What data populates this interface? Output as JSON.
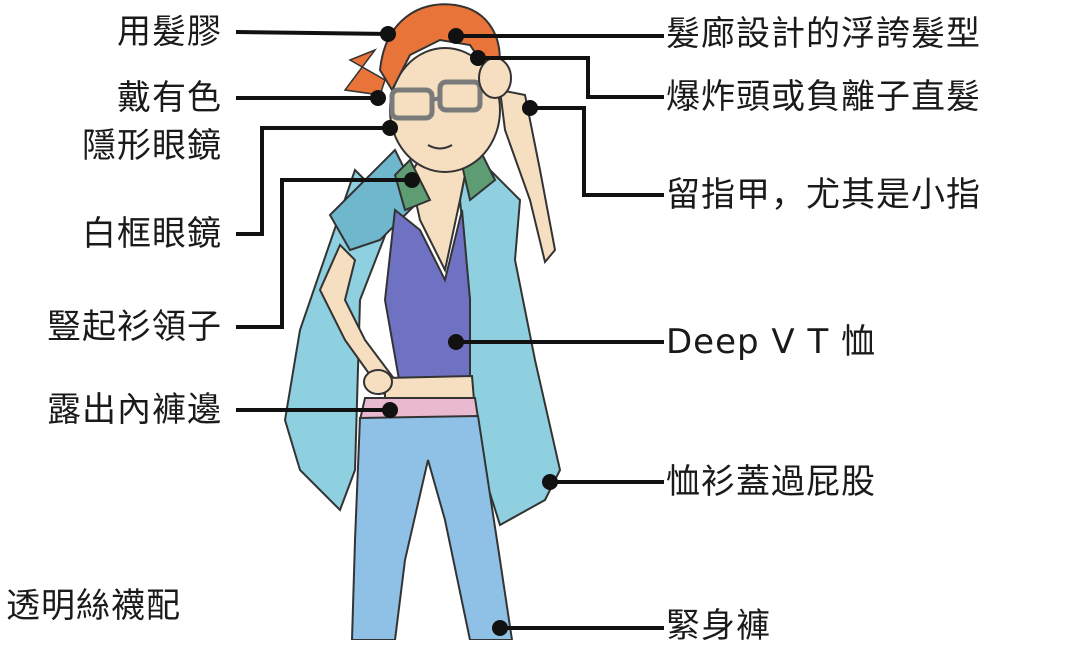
{
  "colors": {
    "hair": "#e8743a",
    "skin": "#f6dfc0",
    "shirt": "#8ecfe0",
    "shirt_shade": "#6fb7cc",
    "tshirt": "#6f72c2",
    "collar": "#5e9c74",
    "jeans": "#8fc0e6",
    "underwear": "#e9b9cf",
    "glasses": "#7a7a7a",
    "line": "#111111"
  },
  "labels": {
    "hair_gel": "用髮膠",
    "salon_hair": "髮廊設計的浮誇髮型",
    "colored_lens_1": "戴有色",
    "colored_lens_2": "隱形眼鏡",
    "perm_hair": "爆炸頭或負離子直髮",
    "nails": "留指甲，尤其是小指",
    "white_glasses": "白框眼鏡",
    "collar": "豎起衫領子",
    "deep_v": "Deep V T 恤",
    "underwear": "露出內褲邊",
    "long_shirt": "恤衫蓋過屁股",
    "stockings_1": "透明絲襪配",
    "tight_pants": "緊身褲"
  }
}
